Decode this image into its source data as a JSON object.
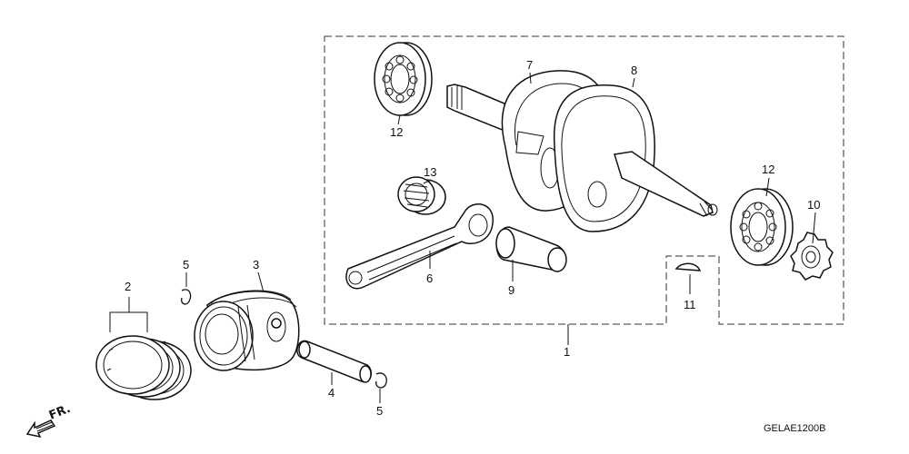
{
  "callouts": {
    "c1": "1",
    "c2": "2",
    "c3": "3",
    "c4": "4",
    "c5a": "5",
    "c5b": "5",
    "c6": "6",
    "c7": "7",
    "c8": "8",
    "c9": "9",
    "c10": "10",
    "c11": "11",
    "c12a": "12",
    "c12b": "12",
    "c13": "13"
  },
  "front_label": "FR.",
  "diagram_code": "GELAE1200B"
}
